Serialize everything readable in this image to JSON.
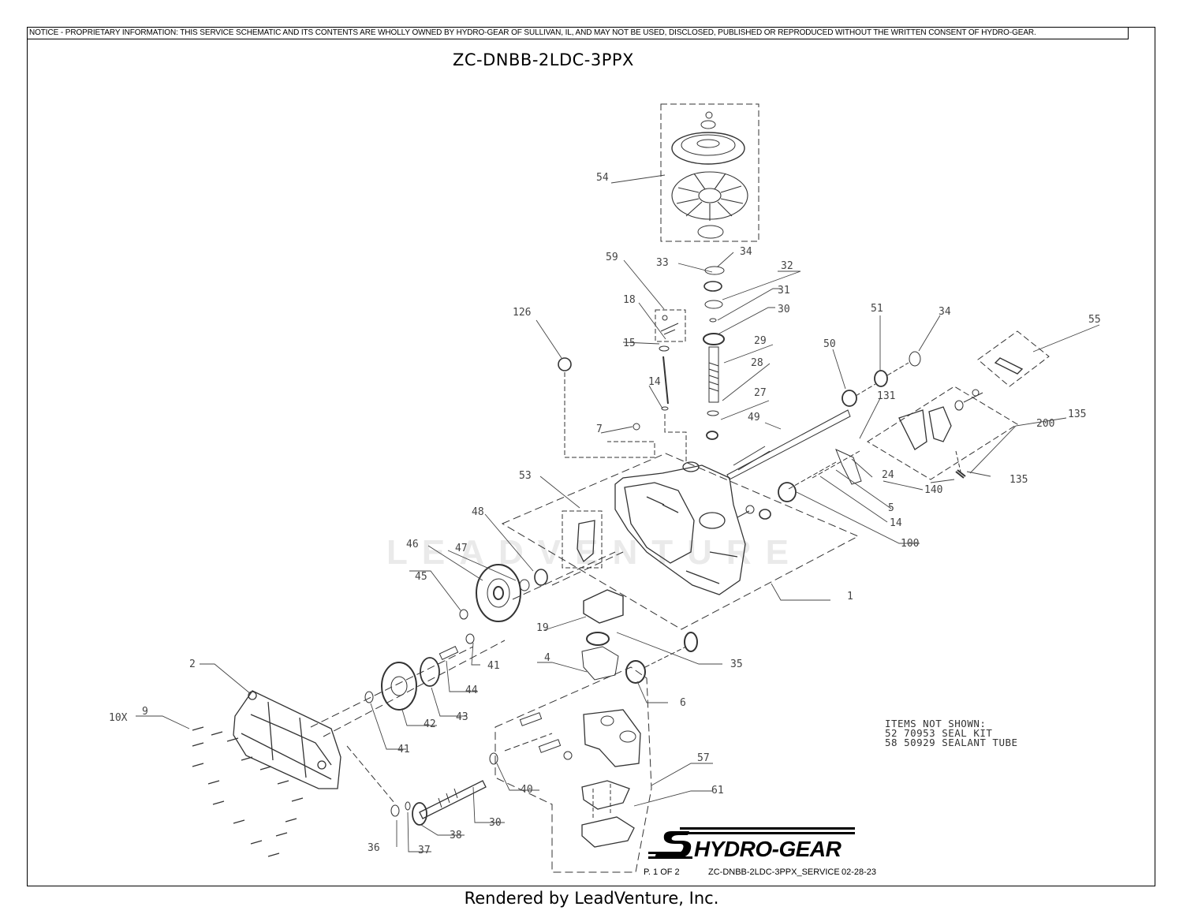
{
  "notice": "NOTICE - PROPRIETARY INFORMATION: THIS SERVICE SCHEMATIC AND ITS CONTENTS ARE WHOLLY OWNED BY HYDRO-GEAR OF SULLIVAN, IL, AND MAY NOT BE USED, DISCLOSED, PUBLISHED OR REPRODUCED WITHOUT THE WRITTEN CONSENT OF HYDRO-GEAR.",
  "model_title": "ZC-DNBB-2LDC-3PPX",
  "watermark": "LEADVENTURE",
  "part_labels": {
    "p54a": "54",
    "p59": "59",
    "p33": "33",
    "p34a": "34",
    "p32": "32",
    "p31": "31",
    "p30a": "30",
    "p18": "18",
    "p15": "15",
    "p126": "126",
    "p29": "29",
    "p28": "28",
    "p14a": "14",
    "p27": "27",
    "p50": "50",
    "p51": "51",
    "p34b": "34",
    "p55": "55",
    "p49": "49",
    "p7": "7",
    "p131": "131",
    "p135a": "135",
    "p200": "200",
    "p135b": "135",
    "p53": "53",
    "p24": "24",
    "p140": "140",
    "p5": "5",
    "p14b": "14",
    "p100": "100",
    "p48": "48",
    "p46": "46",
    "p47": "47",
    "p45": "45",
    "p1": "1",
    "p19": "19",
    "p4": "4",
    "p35": "35",
    "p41a": "41",
    "p44": "44",
    "p2": "2",
    "p6": "6",
    "p10x": "10X",
    "p9": "9",
    "p42": "42",
    "p43": "43",
    "p41b": "41",
    "p57": "57",
    "p40": "40",
    "p61": "61",
    "p30b": "30",
    "p36": "36",
    "p38": "38",
    "p37": "37"
  },
  "items_not_shown": {
    "heading": "ITEMS NOT SHOWN:",
    "line1": "52 70953 SEAL KIT",
    "line2": "58 50929 SEALANT TUBE"
  },
  "brand_logo": "HYDRO-GEAR",
  "footer": {
    "page": "P. 1 OF 2",
    "doc_id": "ZC-DNBB-2LDC-3PPX_SERVICE",
    "date": "02-28-23"
  },
  "rendered_by": "Rendered by LeadVenture, Inc."
}
